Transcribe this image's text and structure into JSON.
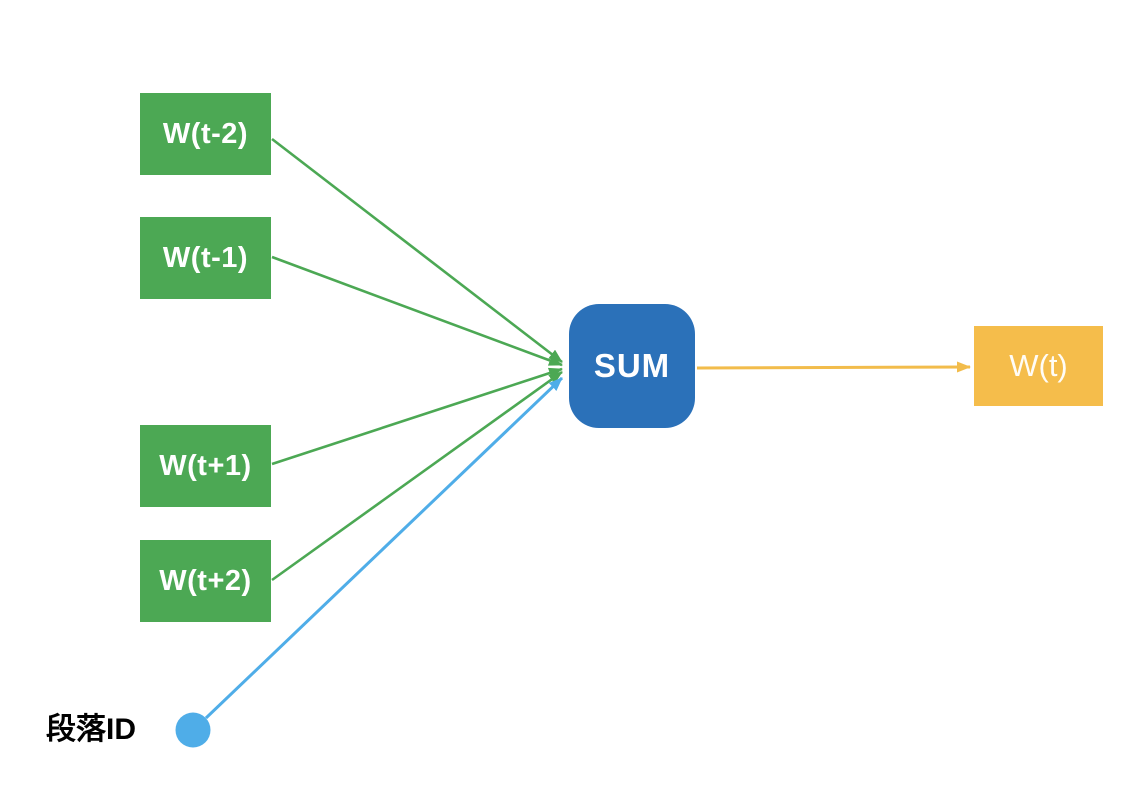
{
  "diagram": {
    "nodes": {
      "context_words": [
        {
          "id": "w-t-minus-2",
          "label": "W(t-2)"
        },
        {
          "id": "w-t-minus-1",
          "label": "W(t-1)"
        },
        {
          "id": "w-t-plus-1",
          "label": "W(t+1)"
        },
        {
          "id": "w-t-plus-2",
          "label": "W(t+2)"
        }
      ],
      "sum": {
        "label": "SUM"
      },
      "output": {
        "label": "W(t)"
      },
      "paragraph": {
        "label": "段落ID"
      }
    },
    "edges": [
      {
        "from": "W(t-2)",
        "to": "SUM",
        "color": "green"
      },
      {
        "from": "W(t-1)",
        "to": "SUM",
        "color": "green"
      },
      {
        "from": "W(t+1)",
        "to": "SUM",
        "color": "green"
      },
      {
        "from": "W(t+2)",
        "to": "SUM",
        "color": "green"
      },
      {
        "from": "段落ID",
        "to": "SUM",
        "color": "blue"
      },
      {
        "from": "SUM",
        "to": "W(t)",
        "color": "orange"
      }
    ]
  },
  "colors": {
    "context_box": "#4CA854",
    "sum_box": "#2B71B9",
    "output_box": "#F5BD4B",
    "edge_green": "#4CA854",
    "edge_blue": "#4FADE8",
    "edge_orange": "#F2BC4B",
    "node_text": "#FFFFFF",
    "paragraph_text": "#000000"
  }
}
